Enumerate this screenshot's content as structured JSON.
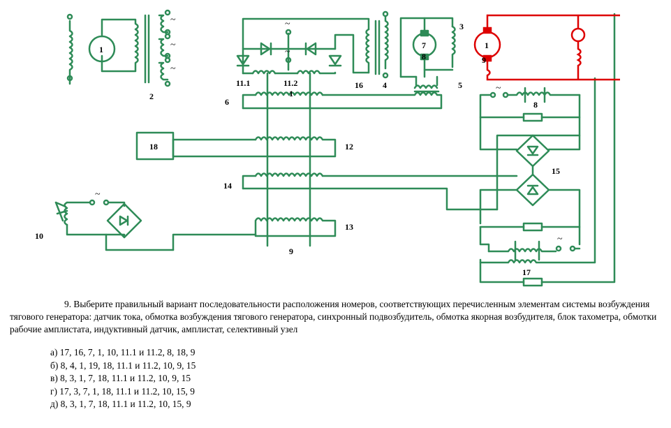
{
  "labels": {
    "gen1_left": "1",
    "gen1_right": "1",
    "gen1_right_sub": "9",
    "motor7": "7",
    "motor7_sub": "8",
    "l2": "2",
    "l3": "3",
    "l4": "4",
    "l5": "5",
    "l6": "6",
    "l8": "8",
    "l9": "9",
    "l10": "10",
    "l11_1": "11.1",
    "l11_2": "11.2",
    "l12": "12",
    "l13": "13",
    "l14": "14",
    "l15": "15",
    "l16": "16",
    "l17": "17",
    "box18": "18",
    "tilde": "~"
  },
  "colors": {
    "circuit": "#2e8b57",
    "power": "#dd0000",
    "text": "#000000"
  },
  "question": {
    "text": "9. Выберите правильный вариант последовательности расположения номеров, соответствующих перечисленным элементам системы возбуждения тягового генератора: датчик тока, обмотка возбуждения тягового генератора, синхронный подвозбудитель, обмотка якорная возбудителя, блок тахометра, обмотки рабочие амплистата, индуктивный датчик, амплистат, селективный узел"
  },
  "answers": [
    {
      "label": "а) 17, 16, 7, 1, 10, 11.1 и 11.2, 8, 18, 9"
    },
    {
      "label": "б) 8, 4, 1, 19, 18, 11.1 и 11.2, 10, 9, 15"
    },
    {
      "label": "в) 8, 3, 1, 7, 18, 11.1 и 11.2, 10, 9, 15"
    },
    {
      "label": "г) 17, 3, 7, 1, 18, 11.1 и 11.2, 10, 15, 9"
    },
    {
      "label": "д) 8, 3, 1, 7, 18, 11.1 и 11.2, 10, 15, 9"
    }
  ]
}
